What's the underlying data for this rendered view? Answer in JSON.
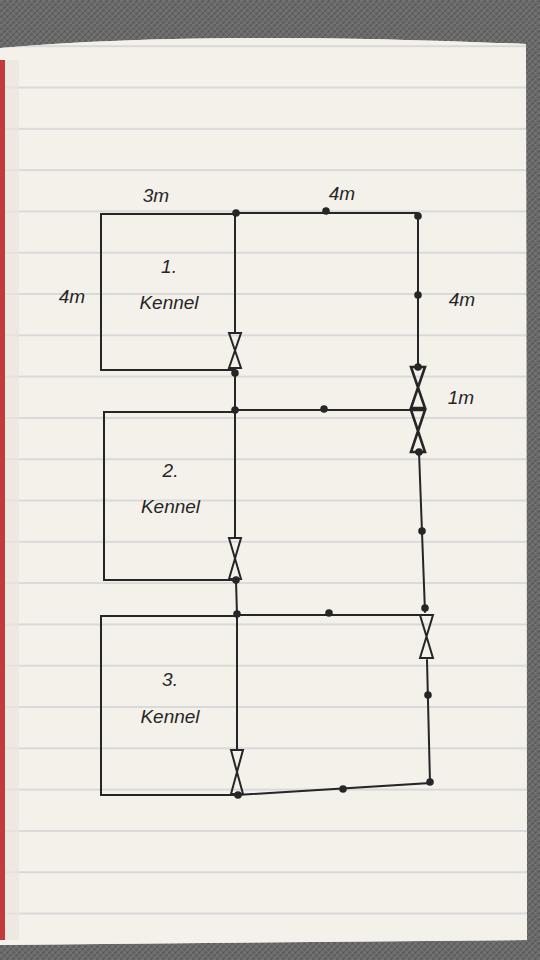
{
  "diagram": {
    "nodes": [
      {
        "text": [
          "1. Kennel"
        ]
      },
      {
        "text": [
          "2. Kennel"
        ]
      },
      {
        "text": [
          "3. Kennel"
        ]
      }
    ],
    "labels": [
      "3m",
      "4m",
      "4m",
      "4m",
      "1m"
    ]
  }
}
